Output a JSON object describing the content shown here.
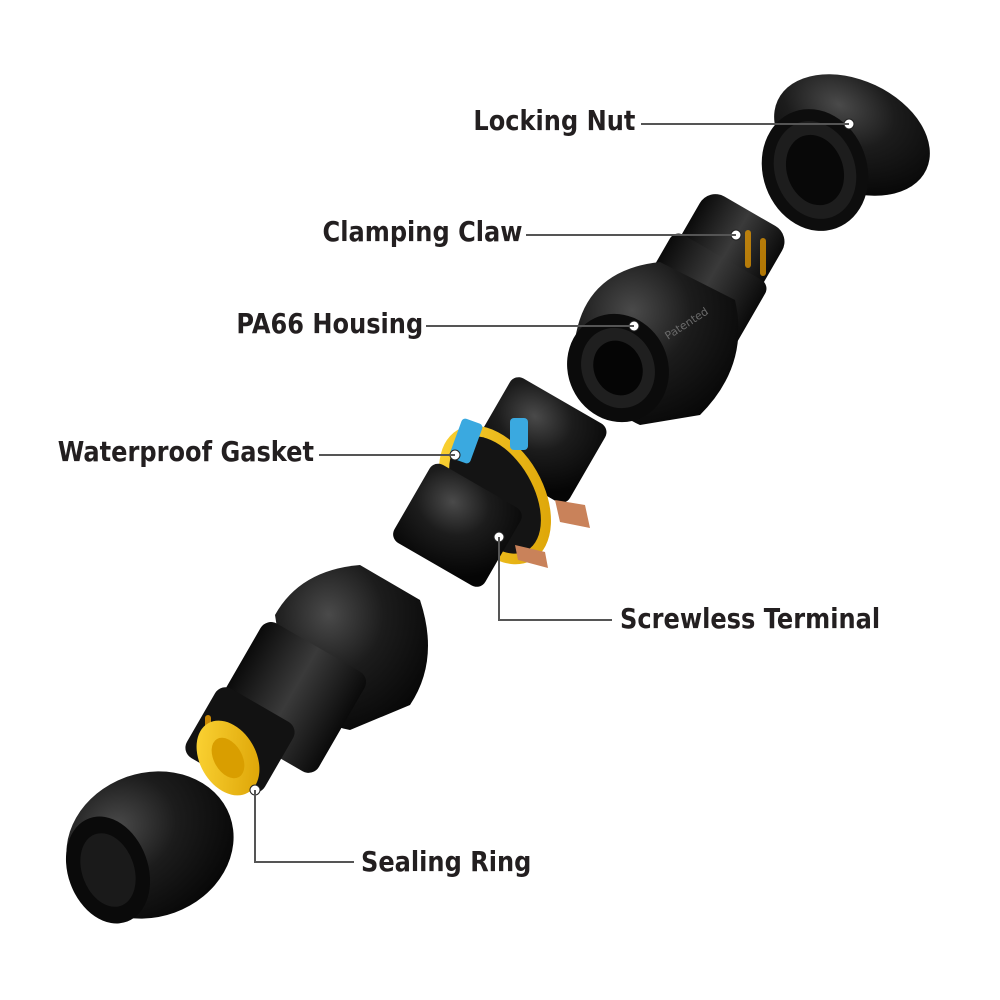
{
  "labels": {
    "locking_nut": "Locking Nut",
    "clamping_claw": "Clamping Claw",
    "pa66_housing": "PA66 Housing",
    "waterproof_gasket": "Waterproof Gasket",
    "screwless_terminal": "Screwless Terminal",
    "sealing_ring": "Sealing Ring"
  },
  "product_markings": {
    "housing_text": "Patented"
  },
  "colors": {
    "plastic": "#111111",
    "gasket": "#f5c400",
    "latch": "#3aa9e0",
    "contacts": "#c9825a",
    "text": "#231f20",
    "leader_line": "#555555"
  }
}
